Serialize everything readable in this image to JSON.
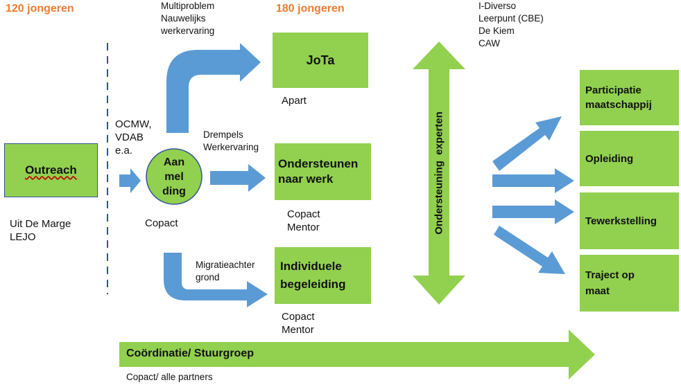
{
  "header": {
    "left_count": "120 jongeren",
    "middle_count": "180 jongeren"
  },
  "annotations": {
    "multiproblem": "Multiproblem\nNauwelijks\nwerkervaring",
    "partners_right": "I-Diverso\nLeerpunt (CBE)\nDe Kiem\nCAW",
    "referrers": "OCMW,\nVDAB\ne.a.",
    "drempels": "Drempels\nWerkervaring",
    "migratie": "Migratieachter\ngrond",
    "outreach_sources": "Uit De Marge\nLEJO",
    "aanmelding_partner": "Copact",
    "jota_sub": "Apart",
    "ondersteunen_sub": "Copact\nMentor",
    "individueel_sub": "Copact\nMentor",
    "coordination_sub": "Copact/ alle partners"
  },
  "boxes": {
    "outreach": "Outreach",
    "aanmelding": "Aan\nmel\nding",
    "jota": "JoTa",
    "ondersteunen": "Ondersteunen\nnaar werk",
    "individuele": "Individuele\nbegeleiding",
    "participatie": "Participatie\nmaatschappij",
    "opleiding": "Opleiding",
    "tewerkstelling": "Tewerkstelling",
    "traject": "Traject op\nmaat"
  },
  "experts_arrow": "Ondersteuning  experten",
  "coordination_arrow": "Coördinatie/ Stuurgroep",
  "colors": {
    "green": "#92d050",
    "blue_arrow": "#5b9bd5",
    "orange": "#ed7d31",
    "divider": "#2f5597"
  }
}
